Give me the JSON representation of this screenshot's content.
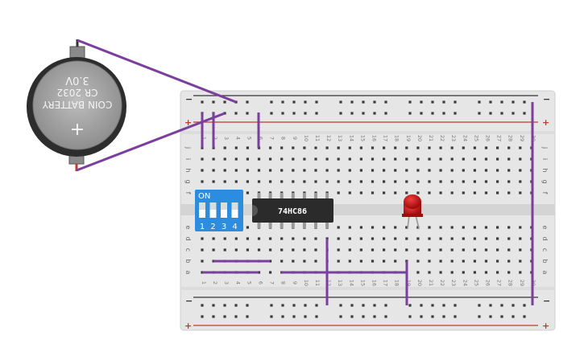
{
  "battery": {
    "line1": "3.0V",
    "line2": "CR 2032",
    "line3": "COIN BATTERY",
    "plus_symbol": "+"
  },
  "breadboard": {
    "columns": [
      "1",
      "2",
      "3",
      "4",
      "5",
      "6",
      "7",
      "8",
      "9",
      "10",
      "11",
      "12",
      "13",
      "14",
      "15",
      "16",
      "17",
      "18",
      "19",
      "20",
      "21",
      "22",
      "23",
      "24",
      "25",
      "26",
      "27",
      "28",
      "29",
      "30"
    ],
    "row_labels_top": [
      "j",
      "i",
      "h",
      "g",
      "f"
    ],
    "row_labels_bottom": [
      "e",
      "d",
      "c",
      "b",
      "a"
    ],
    "rail_minus": "−",
    "rail_plus": "+"
  },
  "dip_switch": {
    "on_label": "ON",
    "switch_numbers": [
      "1",
      "2",
      "3",
      "4"
    ]
  },
  "chip": {
    "label": "74HC86"
  },
  "colors": {
    "wire": "#7b3f9e",
    "rail_red": "#c0392b",
    "rail_dark": "#333333",
    "board": "#e8e8e8",
    "dip_blue": "#2c8de0",
    "led_red": "#c81414",
    "chip_body": "#2b2b2b"
  }
}
